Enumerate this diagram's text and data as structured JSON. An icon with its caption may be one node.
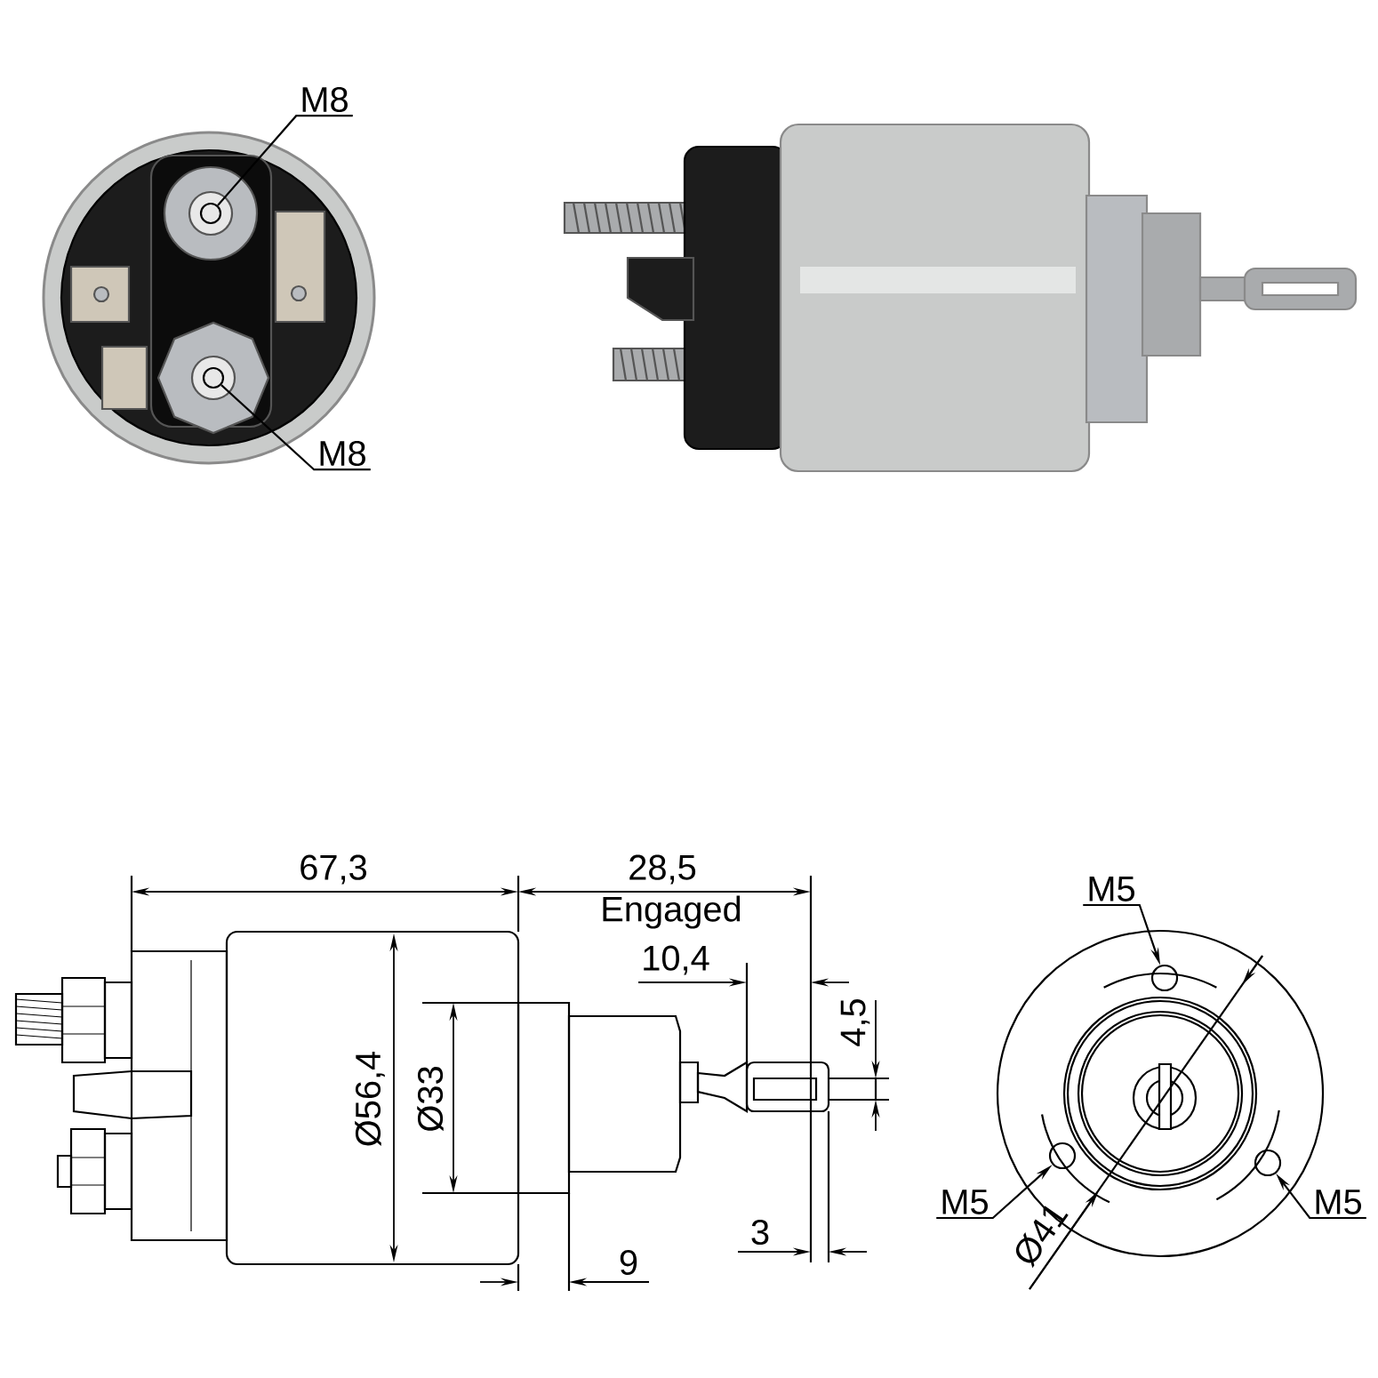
{
  "diagram": {
    "nodes": [
      {
        "text": [
          "M8"
        ]
      },
      {
        "text": [
          "M8"
        ]
      },
      {
        "text": [
          "M5"
        ]
      },
      {
        "text": [
          "M5"
        ]
      },
      {
        "text": [
          "M5"
        ]
      },
      {
        "text": [],
        "shape": "circle"
      },
      {
        "text": [],
        "shape": "circle"
      },
      {
        "text": [],
        "shape": "circle"
      },
      {
        "text": [],
        "shape": "circle"
      },
      {
        "text": [],
        "shape": "circle"
      }
    ],
    "edges": [
      {
        "from": 0,
        "to": 5,
        "arrow": "none"
      },
      {
        "from": 1,
        "to": 6,
        "arrow": "none"
      },
      {
        "from": 2,
        "to": 7,
        "arrow": "to"
      },
      {
        "from": 3,
        "to": 8,
        "arrow": "to"
      },
      {
        "from": 4,
        "to": 9,
        "arrow": "to"
      }
    ],
    "labels": [
      "67,3",
      "28,5",
      "Engaged",
      "10,4",
      "4,5",
      "Ø56,4",
      "Ø33",
      "3",
      "9",
      "Ø41"
    ]
  }
}
